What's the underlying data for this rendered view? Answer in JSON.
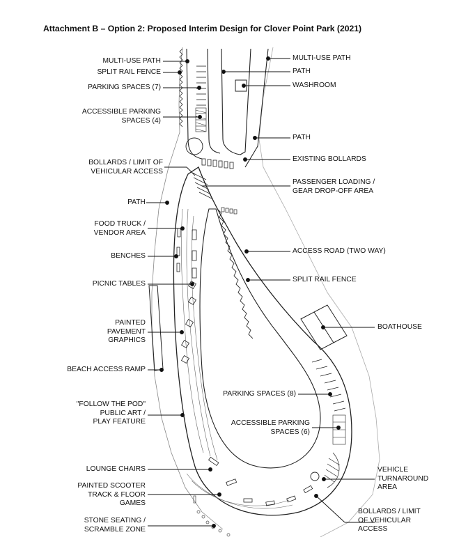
{
  "title": "Attachment B – Option 2: Proposed Interim Design for Clover Point Park (2021)",
  "labels": {
    "multi_use_path_left": "MULTI-USE PATH",
    "split_rail_fence_top": "SPLIT RAIL FENCE",
    "parking_spaces_7": "PARKING SPACES (7)",
    "accessible_parking_4_line1": "ACCESSIBLE PARKING",
    "accessible_parking_4_line2": "SPACES (4)",
    "bollards_top_line1": "BOLLARDS / LIMIT OF",
    "bollards_top_line2": "VEHICULAR ACCESS",
    "path_left": "PATH",
    "food_truck_line1": "FOOD TRUCK /",
    "food_truck_line2": "VENDOR AREA",
    "benches": "BENCHES",
    "picnic_tables": "PICNIC TABLES",
    "painted_line1": "PAINTED",
    "painted_line2": "PAVEMENT",
    "painted_line3": "GRAPHICS",
    "beach_access_ramp": "BEACH ACCESS RAMP",
    "follow_pod_line1": "\"FOLLOW THE POD\"",
    "follow_pod_line2": "PUBLIC ART /",
    "follow_pod_line3": "PLAY FEATURE",
    "lounge_chairs": "LOUNGE CHAIRS",
    "scooter_line1": "PAINTED SCOOTER",
    "scooter_line2": "TRACK & FLOOR",
    "scooter_line3": "GAMES",
    "stone_line1": "STONE SEATING /",
    "stone_line2": "SCRAMBLE ZONE",
    "multi_use_path_right": "MULTI-USE PATH",
    "path_top_right": "PATH",
    "washroom": "WASHROOM",
    "path_right": "PATH",
    "existing_bollards": "EXISTING BOLLARDS",
    "passenger_line1": "PASSENGER LOADING /",
    "passenger_line2": "GEAR DROP-OFF AREA",
    "access_road": "ACCESS ROAD (TWO WAY)",
    "split_rail_fence_right": "SPLIT RAIL FENCE",
    "boathouse": "BOATHOUSE",
    "parking_spaces_8": "PARKING SPACES (8)",
    "accessible_parking_6_line1": "ACCESSIBLE PARKING",
    "accessible_parking_6_line2": "SPACES (6)",
    "vehicle_line1": "VEHICLE",
    "vehicle_line2": "TURNAROUND",
    "vehicle_line3": "AREA",
    "bollards_bottom_line1": "BOLLARDS / LIMIT",
    "bollards_bottom_line2": "OF VEHICULAR",
    "bollards_bottom_line3": "ACCESS"
  }
}
